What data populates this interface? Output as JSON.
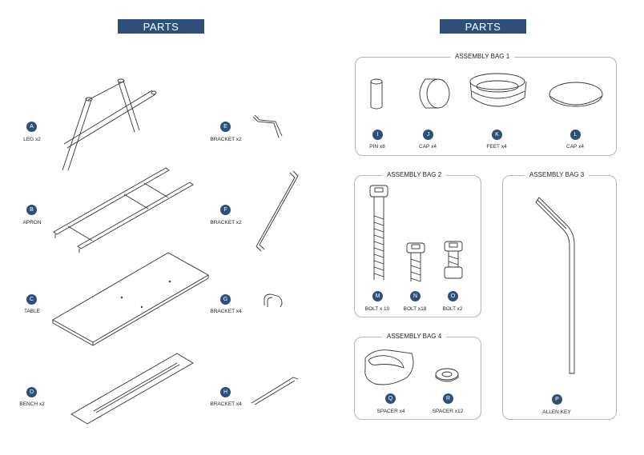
{
  "headers": {
    "left": "PARTS",
    "right": "PARTS"
  },
  "parts": {
    "A": {
      "letter": "A",
      "label": "LEG x2"
    },
    "B": {
      "letter": "B",
      "label": "APRON"
    },
    "C": {
      "letter": "C",
      "label": "TABLE"
    },
    "D": {
      "letter": "D",
      "label": "BENCH x2"
    },
    "E": {
      "letter": "E",
      "label": "BRACKET x2"
    },
    "F": {
      "letter": "F",
      "label": "BRACKET x2"
    },
    "G": {
      "letter": "G",
      "label": "BRACKET x4"
    },
    "H": {
      "letter": "H",
      "label": "BRACKET x4"
    },
    "I": {
      "letter": "I",
      "label": "PIN x8"
    },
    "J": {
      "letter": "J",
      "label": "CAP x4"
    },
    "K": {
      "letter": "K",
      "label": "FEET x4"
    },
    "L": {
      "letter": "L",
      "label": "CAP x4"
    },
    "M": {
      "letter": "M",
      "label": "BOLT x 10"
    },
    "N": {
      "letter": "N",
      "label": "BOLT x18"
    },
    "O": {
      "letter": "O",
      "label": "BOLT x2"
    },
    "P": {
      "letter": "P",
      "label": "ALLEN KEY"
    },
    "Q": {
      "letter": "Q",
      "label": "SPACER x4"
    },
    "R": {
      "letter": "R",
      "label": "SPACER x12"
    }
  },
  "bags": {
    "bag1": "ASSEMBLY BAG 1",
    "bag2": "ASSEMBLY BAG 2",
    "bag3": "ASSEMBLY BAG 3",
    "bag4": "ASSEMBLY BAG 4"
  },
  "colors": {
    "badge": "#2f4f7a",
    "header": "#2f4f7a",
    "outline": "#333333"
  }
}
